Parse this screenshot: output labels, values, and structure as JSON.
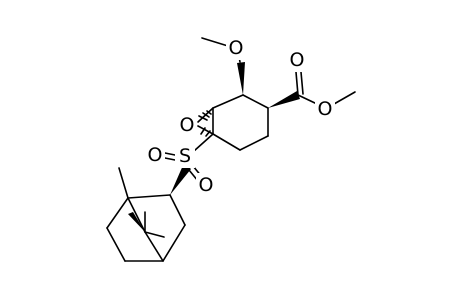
{
  "atom_labels": {
    "ether_oxygen": "O",
    "epoxide_oxygen": "O",
    "sulfur": "S",
    "sulfonyl_oxygen_upper": "O",
    "sulfonyl_oxygen_lower": "O",
    "carbonyl_oxygen": "O",
    "ester_oxygen": "O"
  },
  "colors": {
    "bond": "#000000",
    "background": "#ffffff"
  }
}
